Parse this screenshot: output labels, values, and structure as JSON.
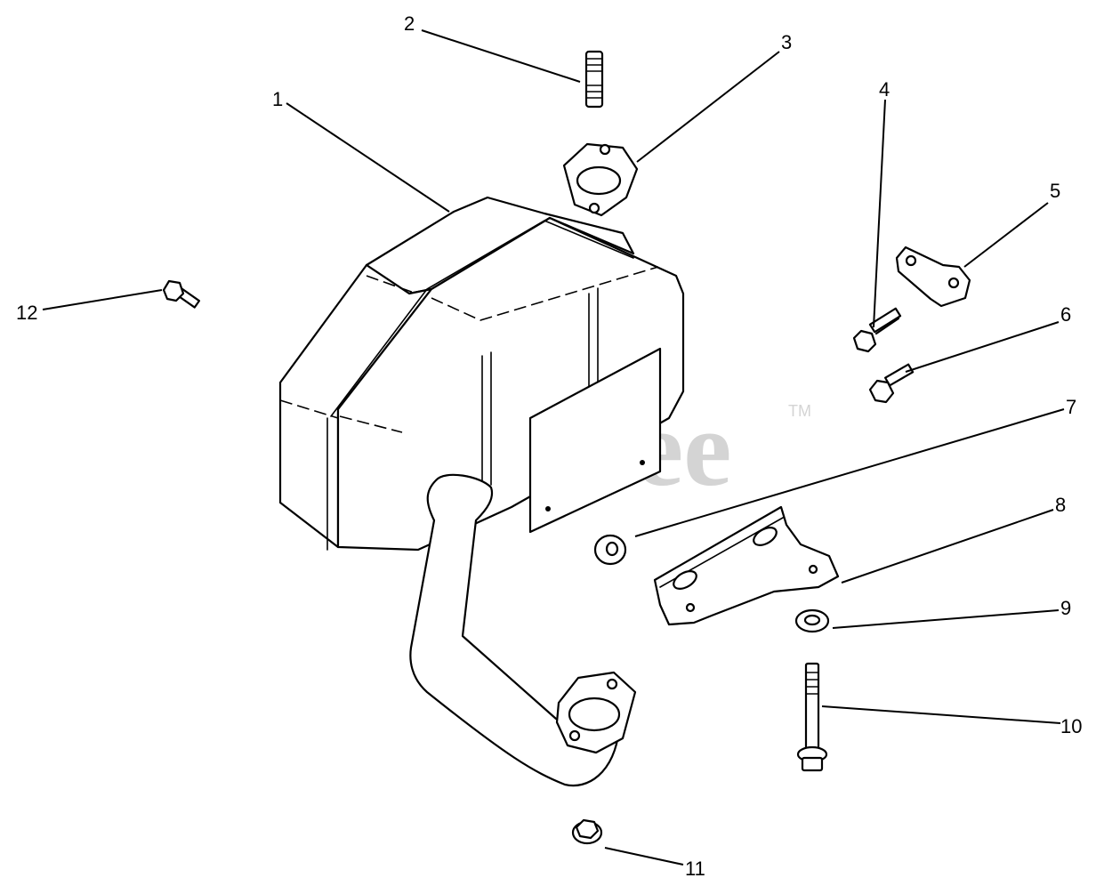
{
  "watermark": {
    "text": "PartsTree",
    "trademark": "TM"
  },
  "callouts": [
    "1",
    "2",
    "3",
    "4",
    "5",
    "6",
    "7",
    "8",
    "9",
    "10",
    "11",
    "12"
  ],
  "parts": [
    {
      "callout": "1",
      "icon": "muffler-with-exhaust-pipe"
    },
    {
      "callout": "2",
      "icon": "threaded-stud"
    },
    {
      "callout": "3",
      "icon": "exhaust-gasket"
    },
    {
      "callout": "4",
      "icon": "hex-flange-bolt"
    },
    {
      "callout": "5",
      "icon": "mounting-tab-plate"
    },
    {
      "callout": "6",
      "icon": "hex-flange-bolt"
    },
    {
      "callout": "7",
      "icon": "flat-washer"
    },
    {
      "callout": "8",
      "icon": "muffler-support-bracket"
    },
    {
      "callout": "9",
      "icon": "flat-washer"
    },
    {
      "callout": "10",
      "icon": "long-flange-bolt"
    },
    {
      "callout": "11",
      "icon": "flange-nut"
    },
    {
      "callout": "12",
      "icon": "hex-flange-bolt"
    }
  ]
}
